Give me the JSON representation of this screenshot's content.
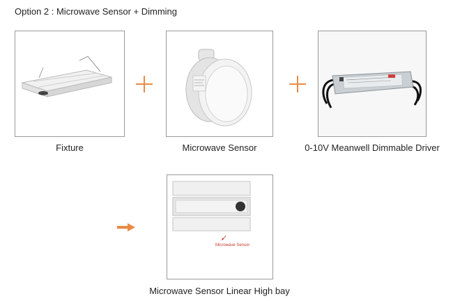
{
  "heading": "Option 2 : Microwave Sensor + Dimming",
  "items": [
    {
      "caption": "Fixture"
    },
    {
      "caption": "Microwave Sensor"
    },
    {
      "caption": "0-10V Meanwell Dimmable Driver"
    }
  ],
  "bottom": {
    "caption": "Microwave Sensor Linear High bay",
    "callout": "Microwave Sensor"
  },
  "colors": {
    "accent": "#e98b45",
    "callout": "#c0392b",
    "frame": "#9a9a9a"
  },
  "icons": [
    "plus-icon",
    "arrow-right-icon"
  ]
}
